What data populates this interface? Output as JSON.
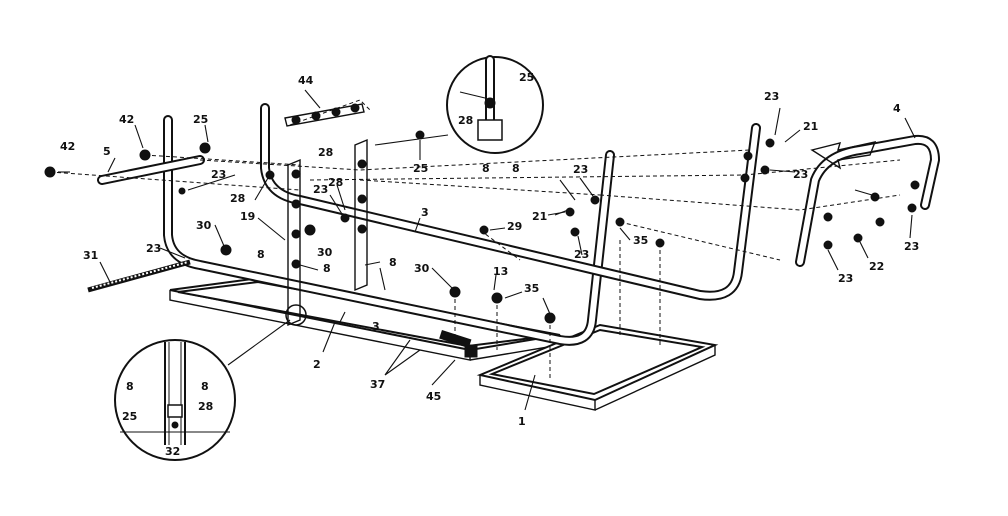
{
  "diagram": {
    "labels": {
      "p1": "1",
      "p2": "2",
      "p3a": "3",
      "p3b": "3",
      "p4": "4",
      "p5": "5",
      "p8a": "8",
      "p8b": "8",
      "p8c": "8",
      "p8d": "8",
      "p8e": "8",
      "p8f": "8",
      "p8g": "8",
      "p13": "13",
      "p19": "19",
      "p21a": "21",
      "p21b": "21",
      "p22": "22",
      "p23a": "23",
      "p23b": "23",
      "p23c": "23",
      "p23d": "23",
      "p23e": "23",
      "p23f": "23",
      "p23g": "23",
      "p23h": "23",
      "p23i": "23",
      "p25a": "25",
      "p25b": "25",
      "p25c": "25",
      "p25d": "25",
      "p28a": "28",
      "p28b": "28",
      "p28c": "28",
      "p28d": "28",
      "p28e": "28",
      "p29": "29",
      "p30a": "30",
      "p30b": "30",
      "p30c": "30",
      "p31": "31",
      "p32": "32",
      "p35a": "35",
      "p35b": "35",
      "p37": "37",
      "p42a": "42",
      "p42b": "42",
      "p44": "44",
      "p45": "45"
    }
  }
}
